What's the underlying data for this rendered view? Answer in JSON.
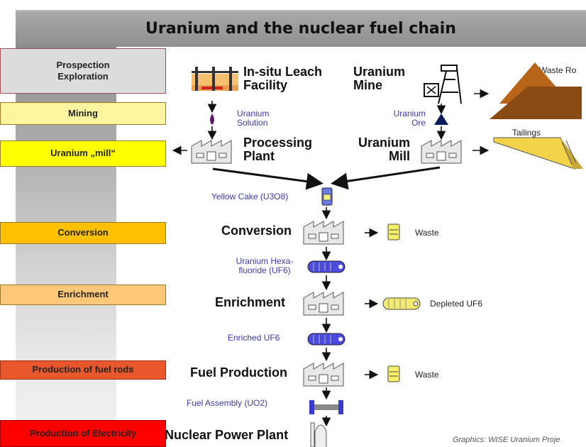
{
  "title": "Uranium and the nuclear fuel chain",
  "stages": {
    "prospection": "Prospection\nExploration",
    "mining": "Mining",
    "mill": "Uranium „mill“",
    "conversion": "Conversion",
    "enrichment": "Enrichment",
    "fuel_rods": "Production of fuel rods",
    "electricity": "Production of Electricity"
  },
  "facilities": {
    "insitu": "In-situ Leach\nFacility",
    "mine": "Uranium\nMine",
    "processing": "Processing\nPlant",
    "uranium_mill": "Uranium\nMill",
    "conversion": "Conversion",
    "enrichment": "Enrichment",
    "fuel_production": "Fuel Production",
    "power_plant": "Nuclear Power Plant"
  },
  "products": {
    "uranium_solution": "Uranium\nSolution",
    "uranium_ore": "Uranium\nOre",
    "yellow_cake": "Yellow Cake (U3O8)",
    "uf6": "Uranium Hexa-\nfluoride (UF6)",
    "enriched_uf6": "Enriched UF6",
    "fuel_assembly": "Fuel Assembly (UO2)"
  },
  "wastes": {
    "waste_rock": "Waste Ro",
    "tailings": "Tailings",
    "conversion_waste": "Waste",
    "depleted_uf6": "Depleted UF6",
    "fuel_waste": "Waste"
  },
  "credit": "Graphics: WISE  Uranium Proje",
  "colors": {
    "title_bar": "#9c9c9c",
    "prospection": "#dcdcdc",
    "mining": "#fff5a0",
    "mill": "#ffff00",
    "conversion": "#ffc000",
    "enrichment": "#ffc878",
    "fuel_rods": "#e8582c",
    "electricity": "#ff0000",
    "product_text": "#3a3aa8"
  }
}
